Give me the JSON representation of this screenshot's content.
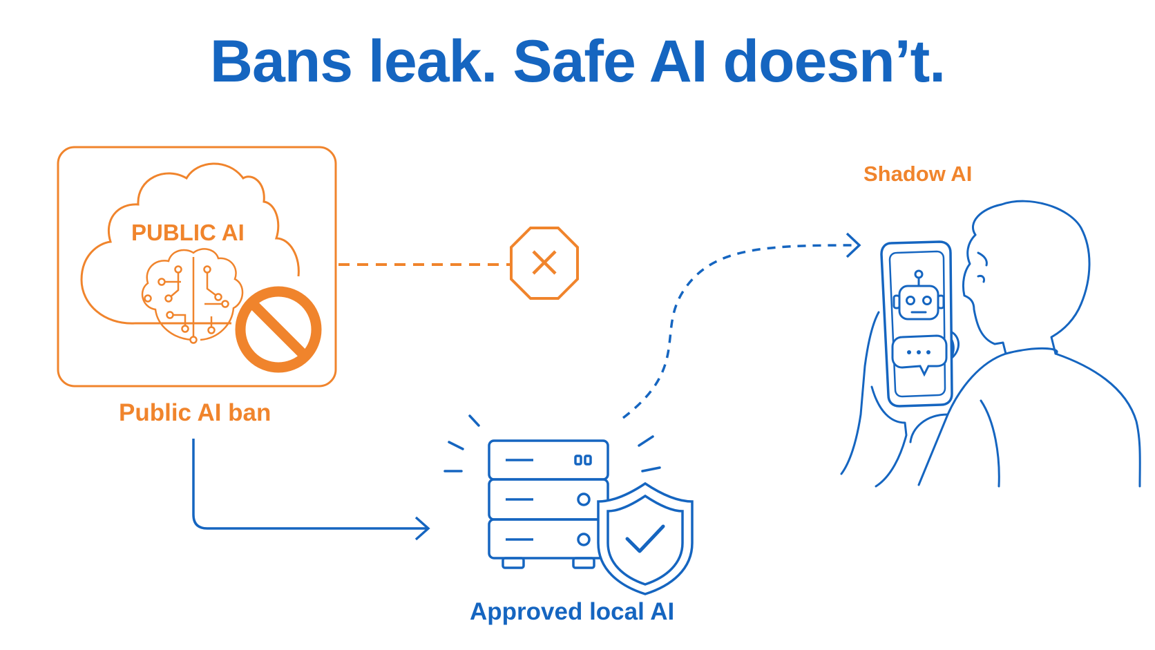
{
  "title": "Bans leak. Safe AI doesn’t.",
  "public_box": {
    "cloud_label": "PUBLIC AI",
    "caption": "Public AI ban"
  },
  "shadow": {
    "caption": "Shadow AI"
  },
  "local": {
    "caption": "Approved local AI"
  },
  "colors": {
    "blue": "#1565c0",
    "orange": "#f0842c"
  },
  "icons": [
    "cloud-icon",
    "brain-circuit-icon",
    "prohibited-icon",
    "stop-x-icon",
    "server-icon",
    "shield-check-icon",
    "phone-icon",
    "robot-icon",
    "chat-bubble-icon",
    "person-icon"
  ]
}
